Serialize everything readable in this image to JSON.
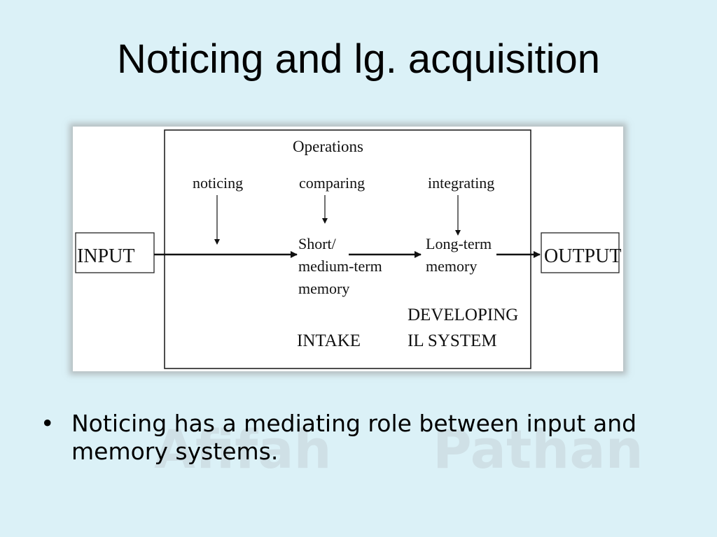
{
  "slide": {
    "title": "Noticing and lg. acquisition",
    "bullets": [
      "Noticing has a mediating role between input and memory systems."
    ],
    "watermark": [
      "Afifah",
      "Pathan"
    ]
  },
  "diagram": {
    "operations_label": "Operations",
    "operations": [
      "noticing",
      "comparing",
      "integrating"
    ],
    "input_label": "INPUT",
    "output_label": "OUTPUT",
    "short_memory": [
      "Short/",
      "medium-term",
      "memory"
    ],
    "long_memory": [
      "Long-term",
      "memory"
    ],
    "intake_label": "INTAKE",
    "il_system": [
      "DEVELOPING",
      "IL SYSTEM"
    ]
  }
}
